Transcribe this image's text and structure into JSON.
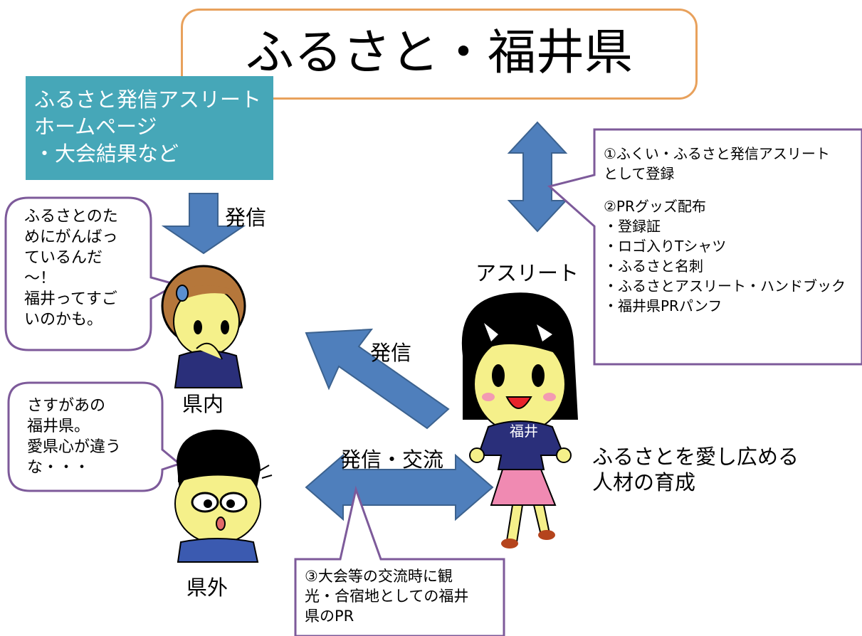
{
  "title": "ふるさと・福井県",
  "homepage_box": {
    "lines": [
      "ふるさと発信アスリート",
      "ホームページ",
      "・大会結果など"
    ]
  },
  "labels": {
    "send_top": "発信",
    "send_middle": "発信",
    "send_exchange": "発信・交流",
    "athlete": "アスリート",
    "inside_pref": "県内",
    "outside_pref": "県外",
    "shirt_text": "福井",
    "goal_line1": "ふるさとを愛し広める",
    "goal_line2": "人材の育成"
  },
  "bubbles": {
    "inside_pref": [
      "ふるさとのた",
      "めにがんばっ",
      "ているんだ",
      "〜！",
      "福井ってすご",
      "いのかも。"
    ],
    "outside_pref": [
      "さすがあの",
      "福井県。",
      "愛県心が違う",
      "な・・・"
    ]
  },
  "callouts": {
    "registration": {
      "lines": [
        "①ふくい・ふるさと発信アスリート",
        "として登録"
      ],
      "goods_title": "②PRグッズ配布",
      "goods": [
        "・登録証",
        "・ロゴ入りTシャツ",
        "・ふるさと名刺",
        "・ふるさとアスリート・ハンドブック",
        "・福井県PRパンフ"
      ]
    },
    "exchange_pr": [
      "③大会等の交流時に観",
      "光・合宿地としての福井",
      "県のPR"
    ]
  },
  "colors": {
    "title_border": "#e8a15c",
    "homepage_box": "#46a7b8",
    "arrow_fill": "#4f7fbc",
    "arrow_stroke": "#3c628f",
    "callout_border": "#7d5a9a"
  }
}
